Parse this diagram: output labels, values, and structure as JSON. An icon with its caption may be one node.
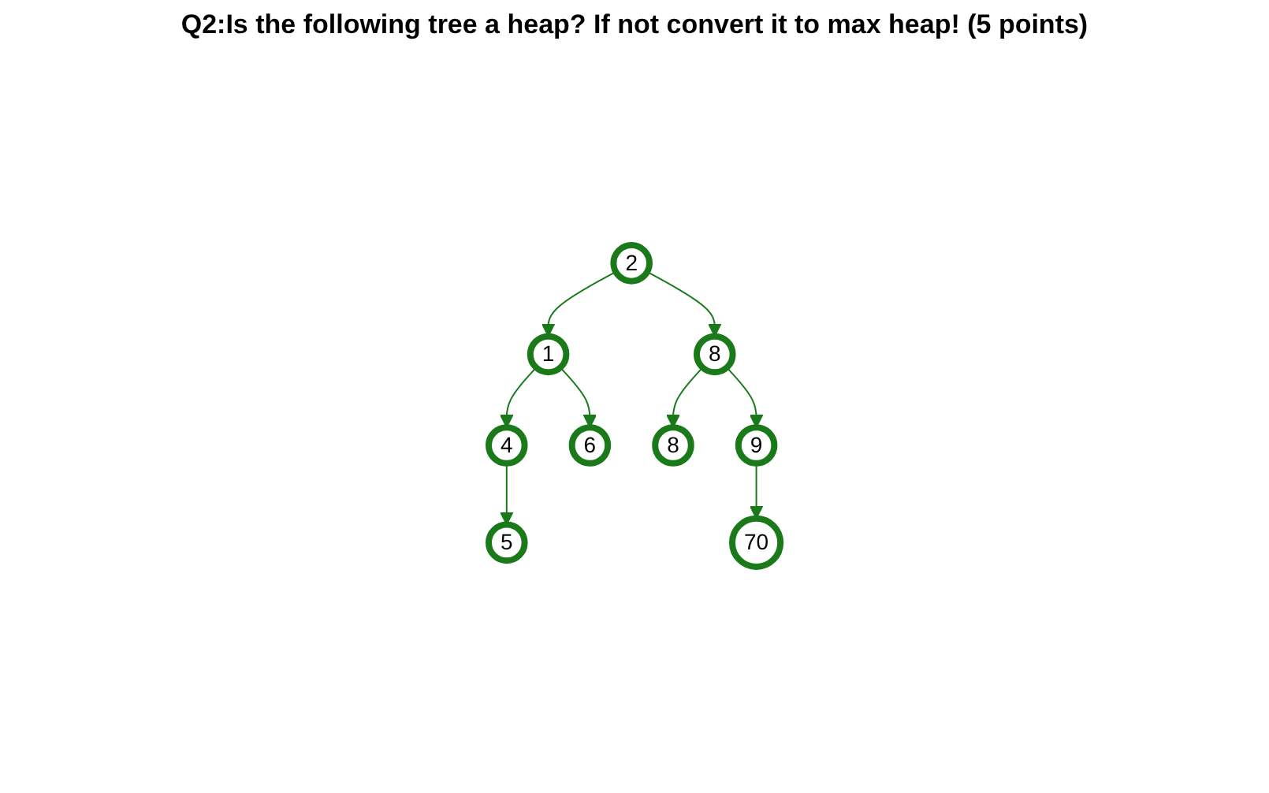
{
  "diagram": {
    "title": "Q2:Is the following tree a heap? If not convert it to max heap! (5 points)",
    "nodes": [
      {
        "text": [
          "2"
        ]
      },
      {
        "text": [
          "1"
        ]
      },
      {
        "text": [
          "8"
        ]
      },
      {
        "text": [
          "4"
        ]
      },
      {
        "text": [
          "6"
        ]
      },
      {
        "text": [
          "8"
        ]
      },
      {
        "text": [
          "9"
        ]
      },
      {
        "text": [
          "5"
        ]
      },
      {
        "text": [
          "70"
        ]
      }
    ],
    "edges": [
      {
        "from": 0,
        "to": 1,
        "arrow": "to"
      },
      {
        "from": 0,
        "to": 2,
        "arrow": "to"
      },
      {
        "from": 1,
        "to": 3,
        "arrow": "to"
      },
      {
        "from": 1,
        "to": 4,
        "arrow": "to"
      },
      {
        "from": 2,
        "to": 5,
        "arrow": "to"
      },
      {
        "from": 2,
        "to": 6,
        "arrow": "to"
      },
      {
        "from": 3,
        "to": 7,
        "arrow": "to"
      },
      {
        "from": 6,
        "to": 8,
        "arrow": "to"
      }
    ]
  }
}
